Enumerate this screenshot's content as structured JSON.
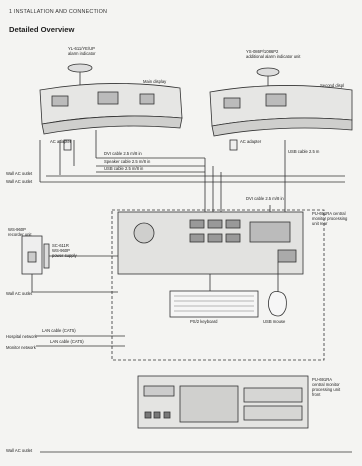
{
  "header": {
    "chapter": "1  INSTALLATION AND CONNECTION"
  },
  "section": {
    "title": "Detailed Overview"
  },
  "labels": {
    "alarm1_a": "YL-611/YE/UP",
    "alarm1_b": "alarm indicator",
    "alarm2_a": "YS-086P/1086P2",
    "alarm2_b": "additional alarm indicator unit",
    "main_display": "Main display",
    "second_display": "Second displ",
    "ac_adapter_left": "AC adapter",
    "ac_adapter_right": "AC adapter",
    "dvi_cable_1": "DVI cable 2.5 m/8 in",
    "speaker_cable": "Speaker cable 2.5 m/8 in",
    "usb_cable_1": "USB cable 2.5 m/8 in",
    "usb_cable_right": "USB cable 2.5 m",
    "wall_ac_1": "Wall AC outlet",
    "wall_ac_2": "Wall AC outlet",
    "dvi_cable_2": "DVI cable 2.5 m/8 in",
    "pu_upper_a": "PU-691RA central",
    "pu_upper_b": "monitor processing",
    "pu_upper_c": "unit rear",
    "recorder_a": "WS-960P",
    "recorder_b": "recorder unit",
    "sc_a": "SC-611R",
    "sc_b": "WS-960P",
    "sc_c": "power supply",
    "wall_ac_3": "Wall AC outlet",
    "keyboard": "PS/2 keyboard",
    "mouse": "USB mouse",
    "lan_cable_1": "LAN cable (CAT5)",
    "lan_cable_2": "LAN cable (CAT5)",
    "hospital_network": "Hospital network",
    "monitor_network": "Monitor network",
    "pu_lower_a": "PU-691RA",
    "pu_lower_b": "central monitor",
    "pu_lower_c": "processing unit",
    "pu_lower_d": "front",
    "wall_ac_4": "Wall AC outlet"
  }
}
